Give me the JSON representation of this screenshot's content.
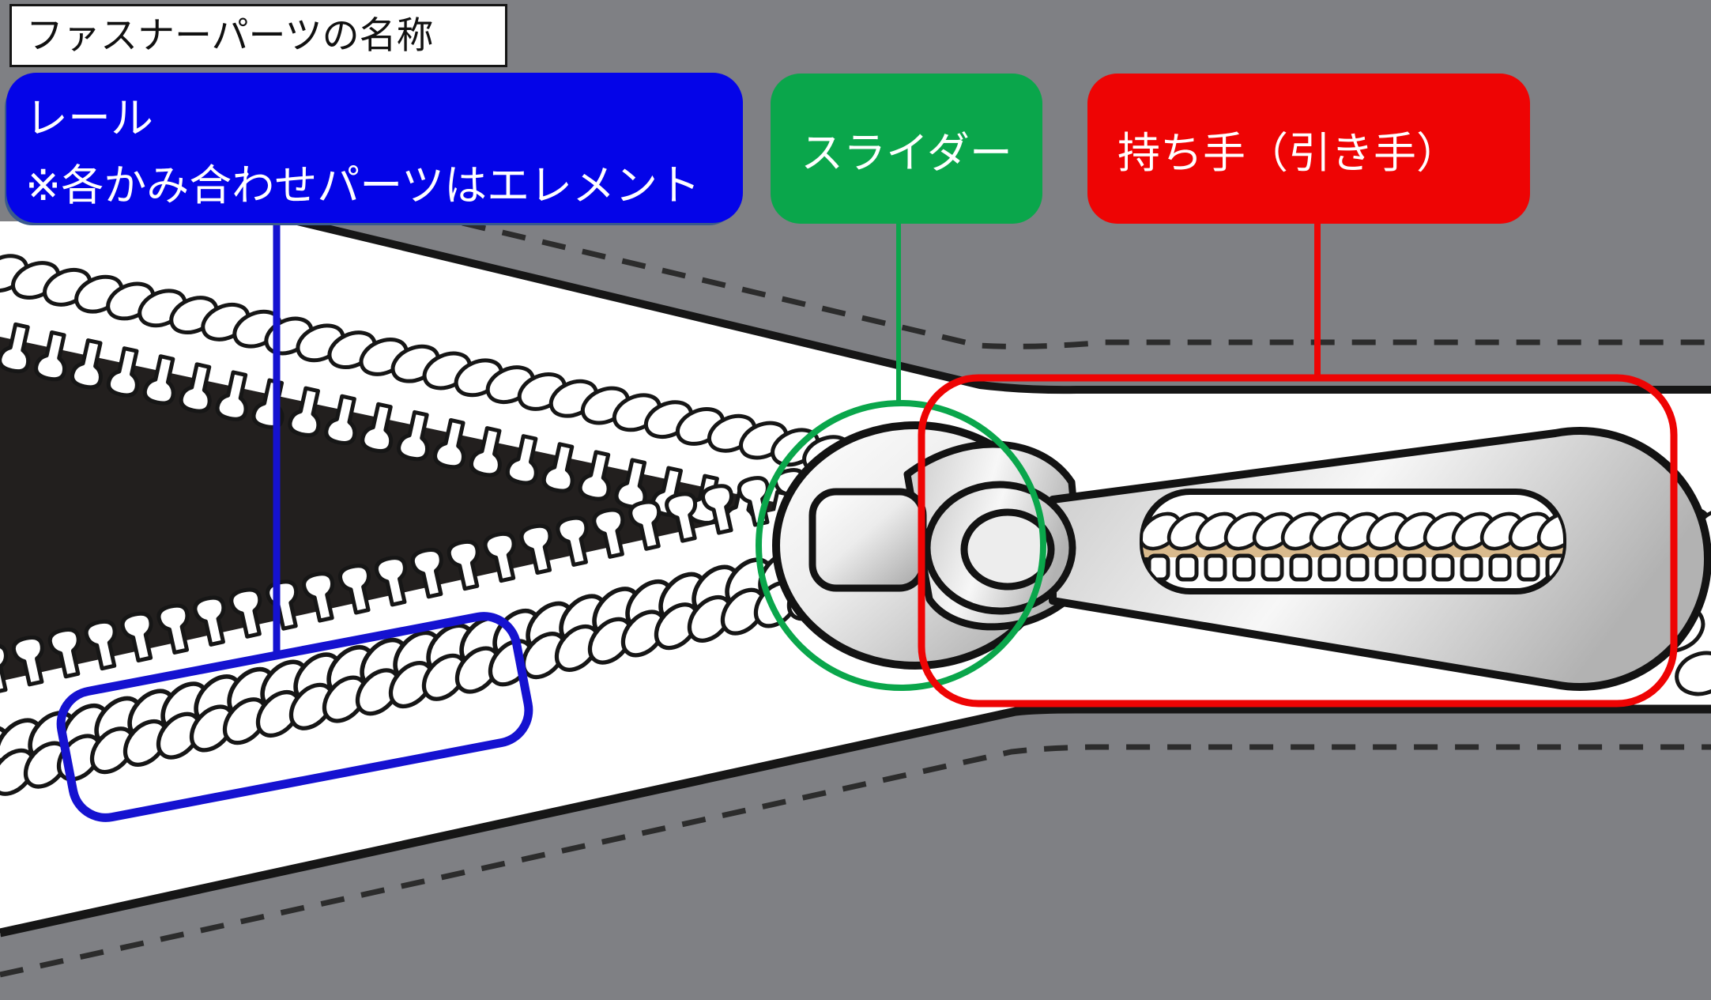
{
  "title": "ファスナーパーツの名称",
  "labels": {
    "rail": {
      "line1": "レール",
      "line2": "※各かみ合わせパーツはエレメント"
    },
    "slider": {
      "text": "スライダー"
    },
    "pull_tab": {
      "text": "持ち手（引き手）"
    }
  },
  "colors": {
    "background_gray": "#7F8084",
    "rail_label_blue": "#0404E8",
    "rail_annotation_blue": "#1512D0",
    "slider_green": "#0AA64B",
    "pull_red": "#EE0404",
    "tape_white": "#FFFFFF",
    "gap_black": "#221F1E",
    "chain_tan": "#D9BA8D",
    "metal_light": "#F5F5F5",
    "metal_dark": "#A8A8A8"
  }
}
